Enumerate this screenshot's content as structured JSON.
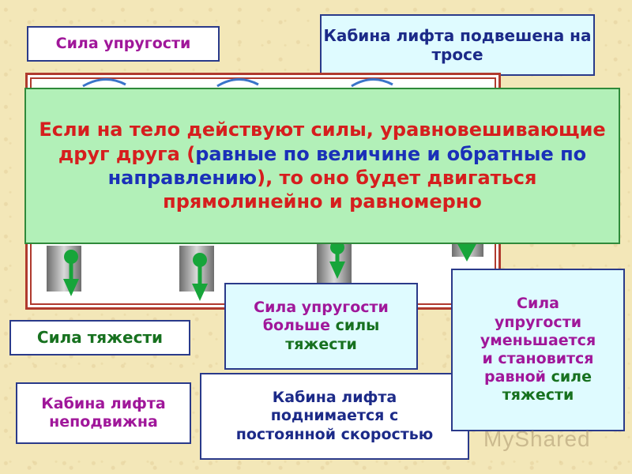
{
  "labels": {
    "elastic_force": "Сила упругости",
    "cabin_cable": "Кабина лифта подвешена на тросе",
    "gravity": "Сила тяжести",
    "cabin_still": "Кабина лифта неподвижна",
    "cabin_up_line1": "Кабина лифта",
    "cabin_up_line2": "поднимается с",
    "cabin_up_line3": "постоянной скоростью",
    "more_p1": "Сила упругости",
    "more_p2": "больше ",
    "more_p3": "силы",
    "more_p4": "тяжести",
    "less_p1": "Сила",
    "less_p2": "упругости",
    "less_p3": "уменьшается",
    "less_p4": "и становится",
    "less_p5": "равной ",
    "less_p6": "силе",
    "less_p7": "тяжести"
  },
  "main_statement": {
    "part1": "Если на тело действуют силы, уравновешивающие друг друга (",
    "part2": "равные по величине и обратные по направлению",
    "part3": "), то оно будет двигаться прямолинейно и равномерно"
  },
  "watermark": "MyShared",
  "colors": {
    "purple": "#a0179a",
    "navy": "#1c2a88",
    "green": "#17711f",
    "red": "#d61e1e",
    "blue": "#1a30b8",
    "statement_bg": "#b2f0b8",
    "frame": "#b03a2e"
  }
}
